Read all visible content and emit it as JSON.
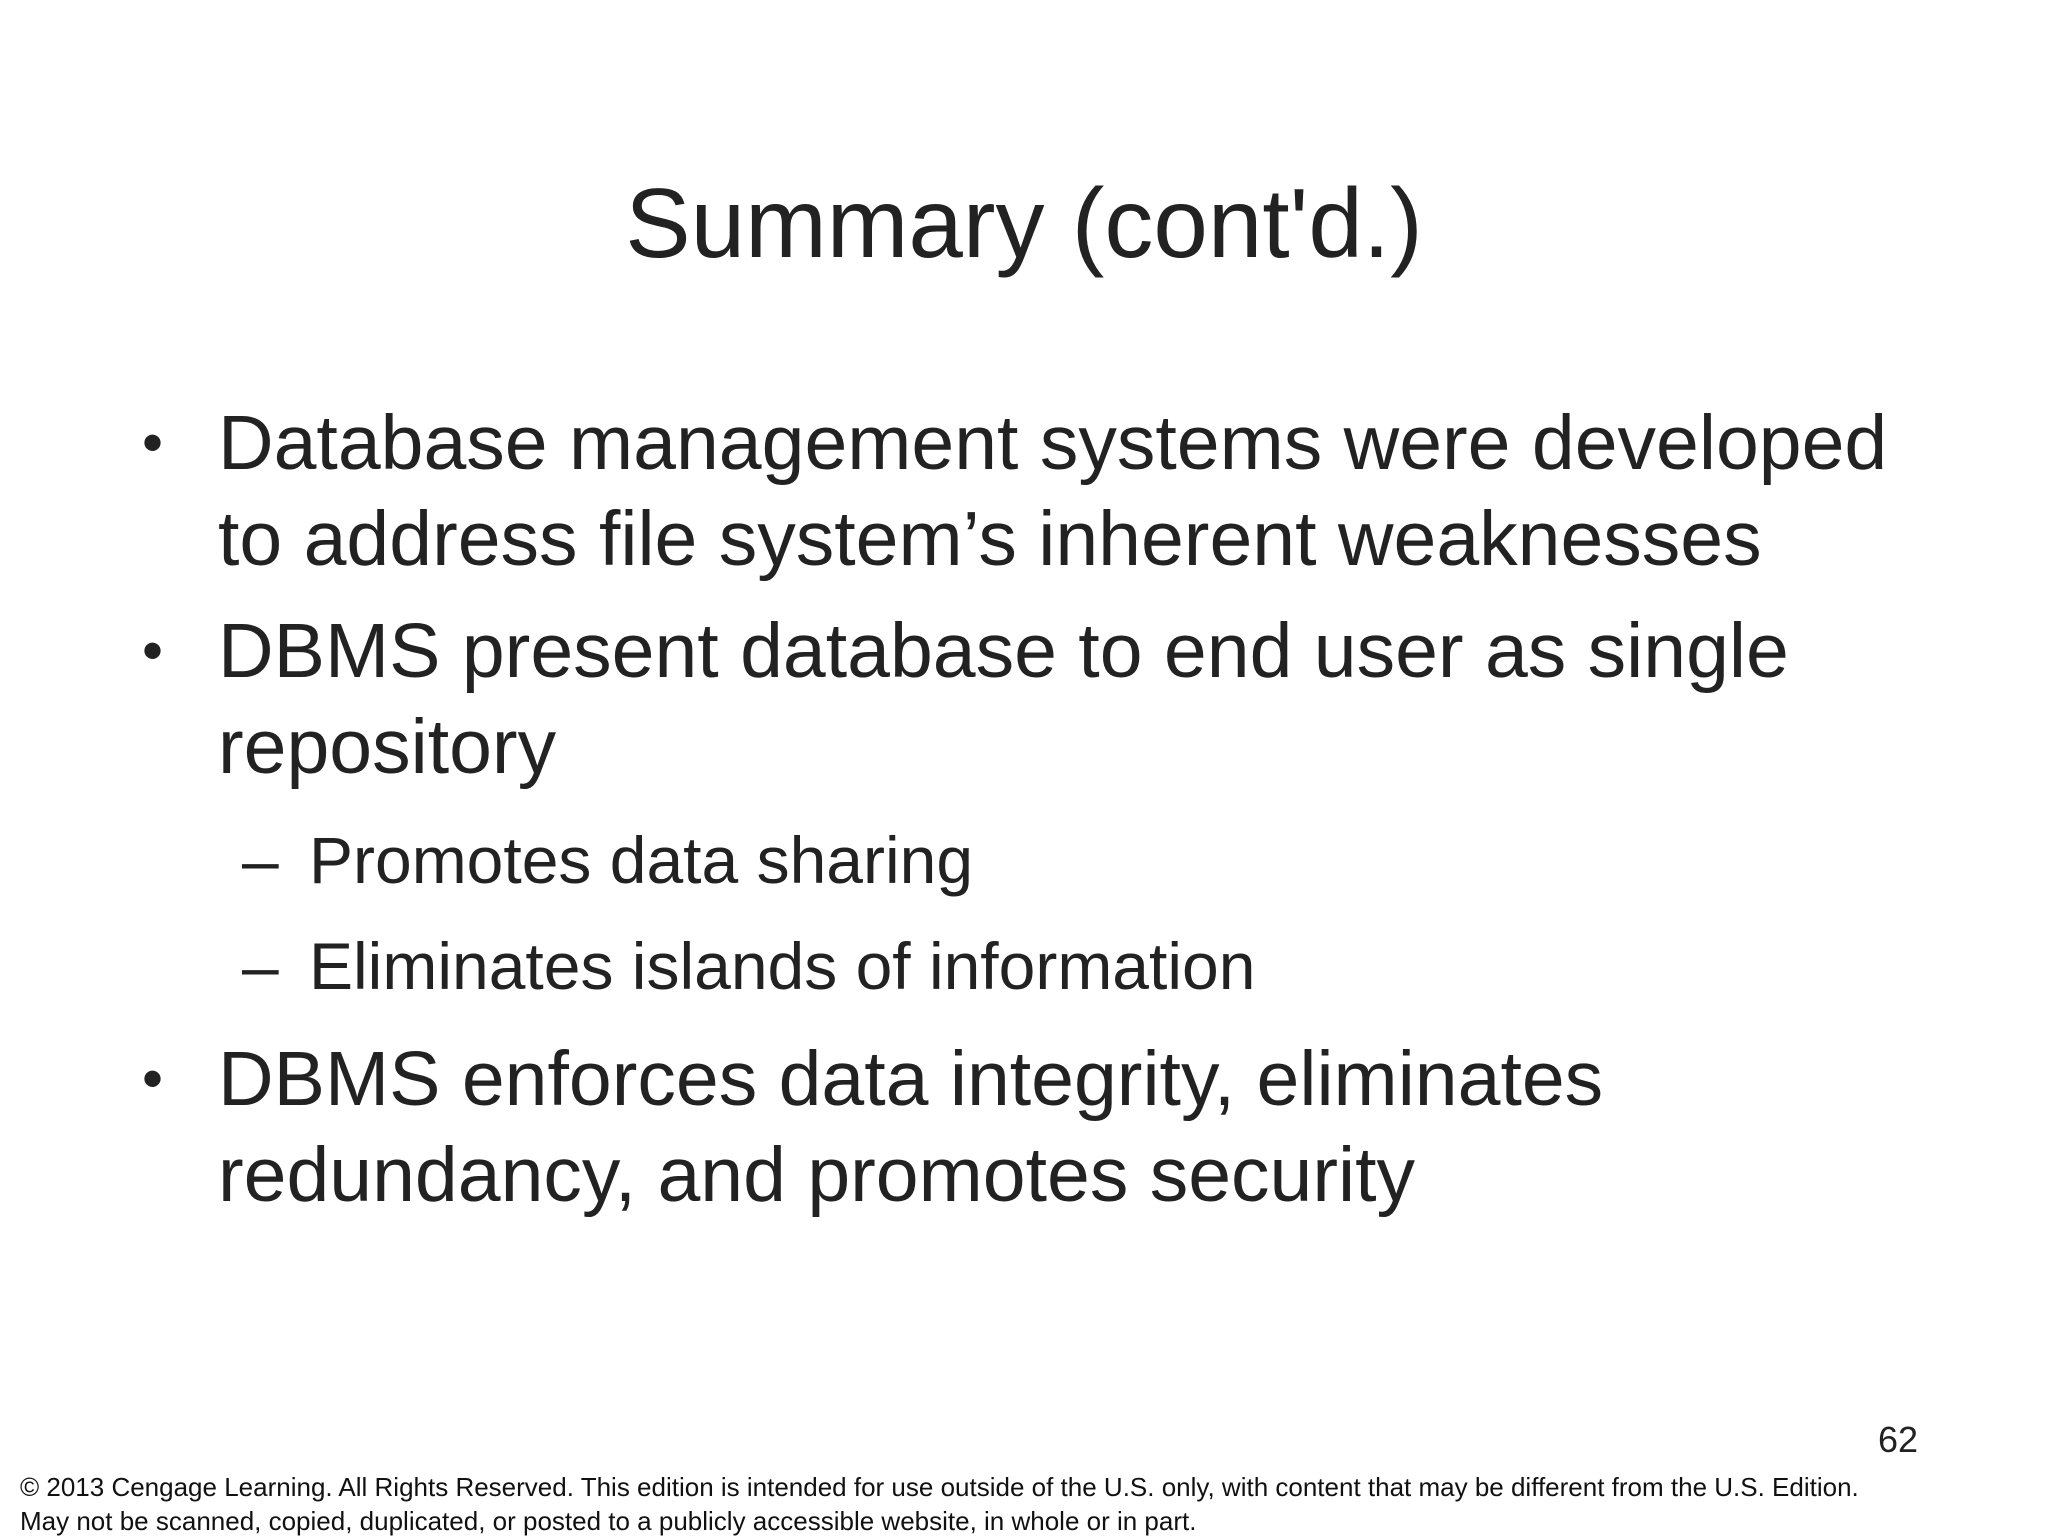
{
  "title": "Summary (cont'd.)",
  "bullets": [
    {
      "marker": "•",
      "text": "Database management systems were developed to address file system’s inherent weaknesses"
    },
    {
      "marker": "•",
      "text": "DBMS present database to end user as single repository",
      "subs": [
        {
          "marker": "–",
          "text": "Promotes data sharing"
        },
        {
          "marker": "–",
          "text": "Eliminates islands of information"
        }
      ]
    },
    {
      "marker": "•",
      "text": "DBMS enforces data integrity, eliminates redundancy, and promotes security"
    }
  ],
  "page_number": "62",
  "footer": {
    "line1": "© 2013 Cengage Learning. All Rights Reserved. This edition is intended for use outside of the U.S. only, with content that may be different from the U.S. Edition.",
    "line2": "May not be scanned, copied, duplicated, or posted to a publicly accessible website, in whole or in part."
  }
}
